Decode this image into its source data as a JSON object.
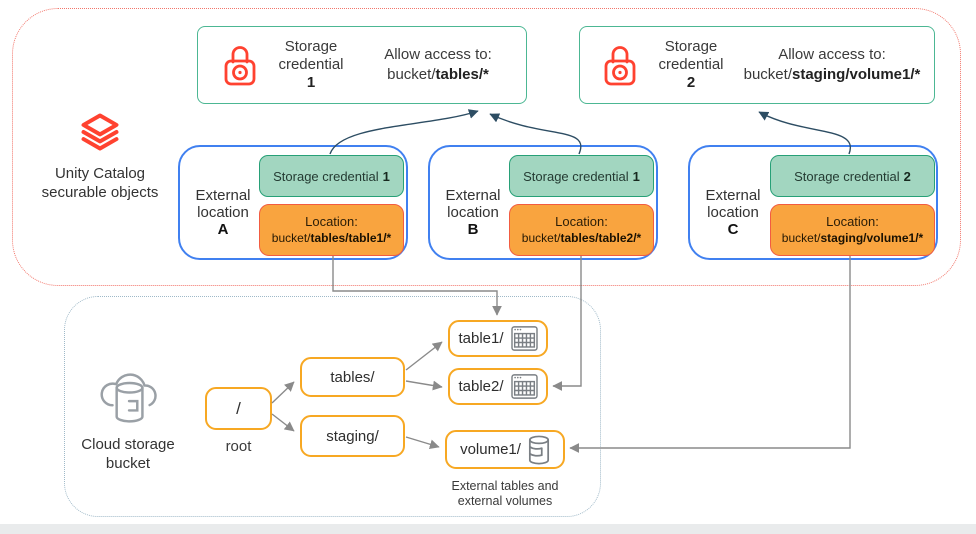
{
  "colors": {
    "accent_red": "#ff4230",
    "dotted_red": "#f2756a",
    "dotted_gray": "#9fb9c8",
    "green_border": "#4cb793",
    "green_inner_border": "#27a077",
    "green_fill": "#a2d6c0",
    "orange_fill": "#f9a43f",
    "orange_border": "#f25c41",
    "blue_border": "#4080f0",
    "amber_border": "#f7a823",
    "arrow_gray": "#8a8a8a",
    "arrow_dark": "#2d4d63"
  },
  "unity": {
    "title_line1": "Unity Catalog",
    "title_line2": "securable objects",
    "credentials": [
      {
        "name": "Storage credential",
        "number": "1",
        "allow": "Allow access to:",
        "prefix": "bucket/",
        "bold": "tables/*"
      },
      {
        "name": "Storage credential",
        "number": "2",
        "allow": "Allow access to:",
        "prefix": "bucket/",
        "bold": "staging/volume1/*"
      }
    ],
    "locations": [
      {
        "word1": "External",
        "word2": "location",
        "letter": "A",
        "cred_name": "Storage credential",
        "cred_num": "1",
        "loc_label": "Location:",
        "loc_prefix": "bucket/",
        "loc_bold": "tables/table1/*"
      },
      {
        "word1": "External",
        "word2": "location",
        "letter": "B",
        "cred_name": "Storage credential",
        "cred_num": "1",
        "loc_label": "Location:",
        "loc_prefix": "bucket/",
        "loc_bold": "tables/table2/*"
      },
      {
        "word1": "External",
        "word2": "location",
        "letter": "C",
        "cred_name": "Storage credential",
        "cred_num": "2",
        "loc_label": "Location:",
        "loc_prefix": "bucket/",
        "loc_bold": "staging/volume1/*"
      }
    ]
  },
  "bucket": {
    "title_line1": "Cloud storage",
    "title_line2": "bucket",
    "root": {
      "label": "/",
      "caption": "root"
    },
    "folders": [
      {
        "label": "tables/"
      },
      {
        "label": "staging/"
      }
    ],
    "leaves": [
      {
        "label": "table1/",
        "icon": "table-icon"
      },
      {
        "label": "table2/",
        "icon": "table-icon"
      },
      {
        "label": "volume1/",
        "icon": "volume-icon"
      }
    ],
    "caption_line1": "External tables and",
    "caption_line2": "external volumes"
  }
}
